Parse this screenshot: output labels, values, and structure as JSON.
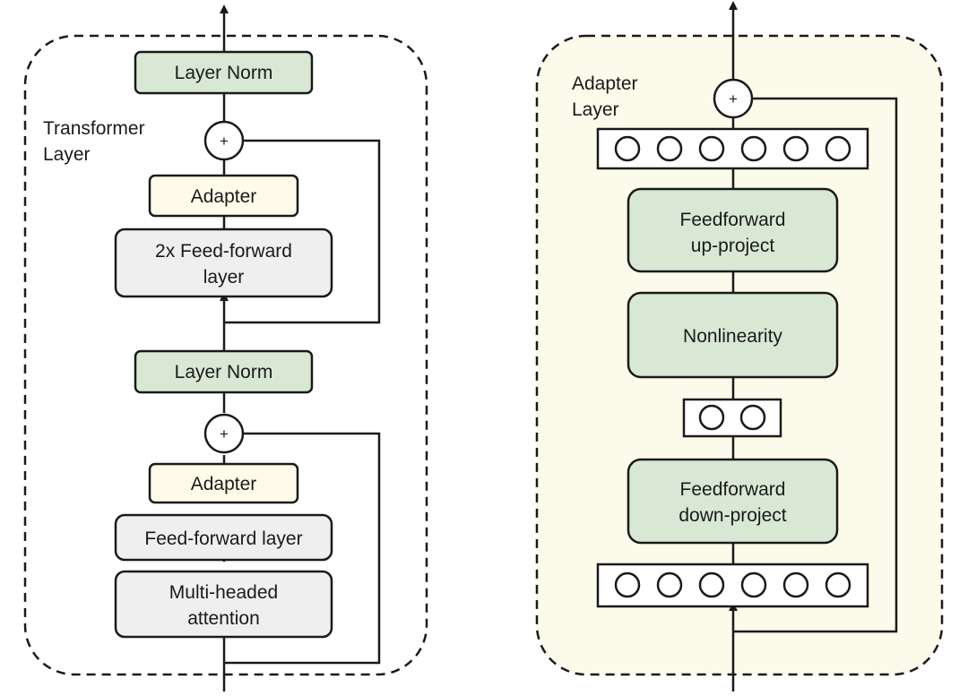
{
  "colors": {
    "green_box": "#d9e8d5",
    "gray_box": "#efefef",
    "cream_box": "#fefbea",
    "adapter_background": "#fcfaea",
    "line": "#1a1a1a"
  },
  "transformer": {
    "label_line1": "Transformer",
    "label_line2": "Layer",
    "layer_norm_top": "Layer Norm",
    "adapter_top": "Adapter",
    "ffn_2x_line1": "2x Feed-forward",
    "ffn_2x_line2": "layer",
    "layer_norm_mid": "Layer Norm",
    "adapter_bottom": "Adapter",
    "ffn_layer": "Feed-forward layer",
    "attention_line1": "Multi-headed",
    "attention_line2": "attention",
    "plus_top": "+",
    "plus_bottom": "+"
  },
  "adapter": {
    "label_line1": "Adapter",
    "label_line2": "Layer",
    "up_line1": "Feedforward",
    "up_line2": "up-project",
    "nonlinearity": "Nonlinearity",
    "down_line1": "Feedforward",
    "down_line2": "down-project",
    "plus": "+",
    "top_neuron_count": 6,
    "mid_neuron_count": 2,
    "bottom_neuron_count": 6
  }
}
